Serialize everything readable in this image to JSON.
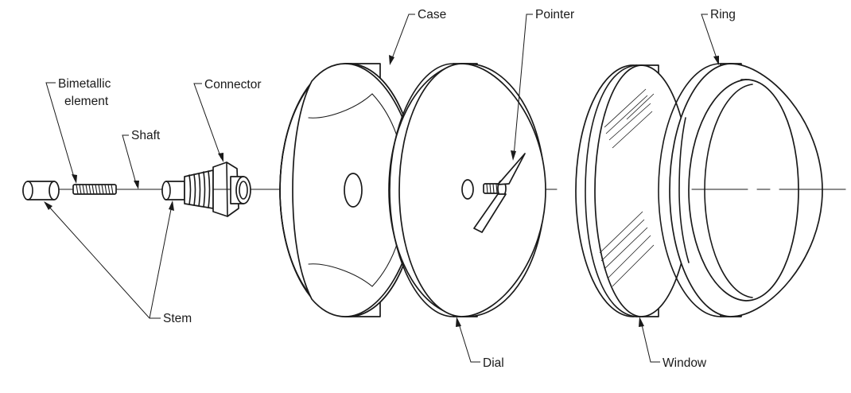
{
  "labels": {
    "bimetallic_line1": "Bimetallic",
    "bimetallic_line2": "element",
    "shaft": "Shaft",
    "connector": "Connector",
    "case": "Case",
    "pointer": "Pointer",
    "ring": "Ring",
    "stem": "Stem",
    "dial": "Dial",
    "window": "Window"
  }
}
